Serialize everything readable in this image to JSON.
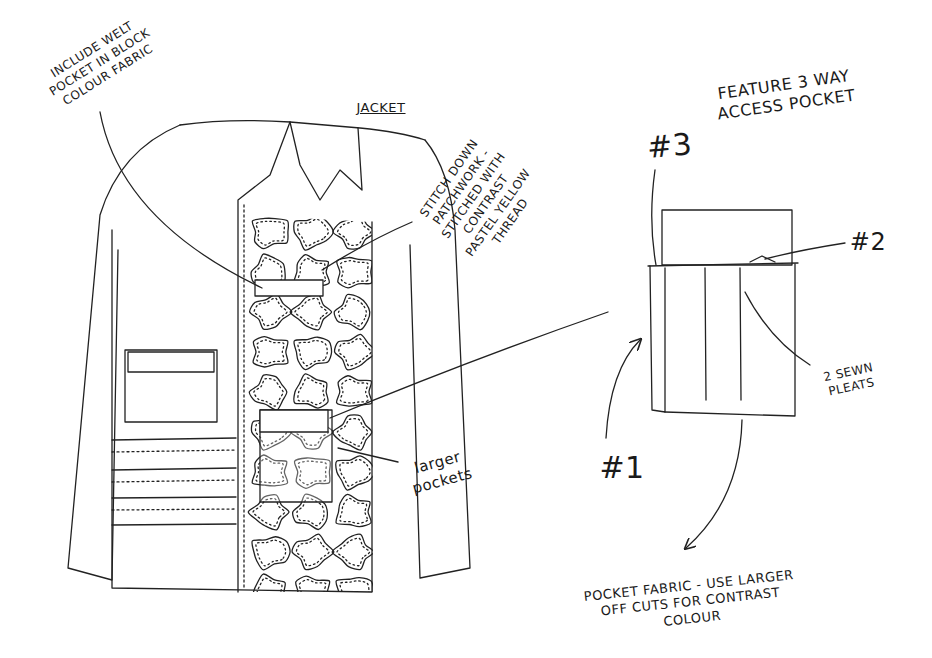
{
  "diagram": {
    "labels": [
      "INCLUDE WELT POCKET IN BLOCK COLOUR FABRIC",
      "JACKET",
      "STITCH DOWN PATCHWORK - STITCHED WITH CONTRAST PASTEL YELLOW THREAD",
      "FEATURE 3 WAY ACCESS POCKET",
      "#3",
      "#2",
      "larger pockets",
      "2 SEWN PLEATS",
      "#1",
      "POCKET FABRIC - USE LARGER OFF CUTS FOR CONTRAST COLOUR"
    ]
  }
}
